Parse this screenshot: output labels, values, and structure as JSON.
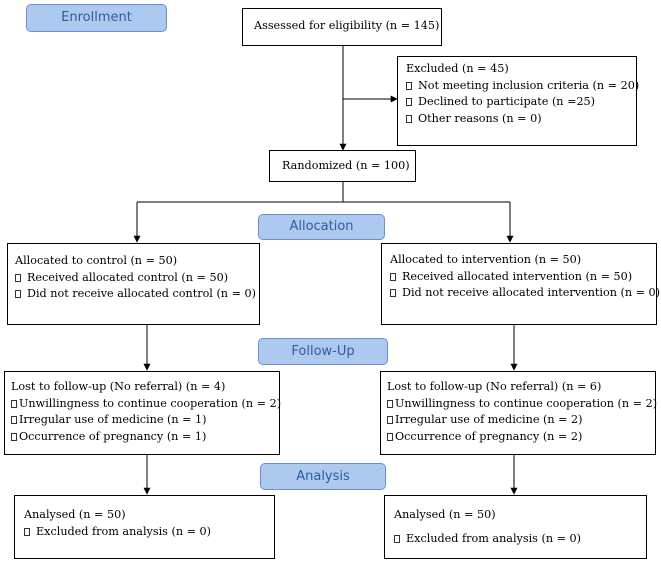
{
  "phases": {
    "enrollment": "Enrollment",
    "allocation": "Allocation",
    "follow_up": "Follow-Up",
    "analysis": "Analysis"
  },
  "assessed": "Assessed for eligibility (n = 145)",
  "excluded": {
    "title": "Excluded (n = 45)",
    "items": [
      "Not meeting inclusion criteria (n = 20)",
      "Declined to participate  (n =25)",
      "Other reasons (n = 0)"
    ]
  },
  "randomized": "Randomized (n = 100)",
  "control": {
    "allocation": {
      "title": "Allocated to control (n = 50)",
      "items": [
        "Received allocated control (n = 50)",
        "Did not receive allocated control  (n = 0)"
      ]
    },
    "follow_up": {
      "title": "Lost to follow-up (No referral)  (n = 4)",
      "items": [
        "Unwillingness to continue cooperation (n = 2)",
        "Irregular use of medicine (n = 1)",
        "Occurrence of pregnancy  (n = 1)"
      ]
    },
    "analysis": {
      "title": "Analysed (n = 50)",
      "items": [
        "Excluded from analysis (n = 0)"
      ]
    }
  },
  "intervention": {
    "allocation": {
      "title": "Allocated to intervention (n = 50)",
      "items": [
        "Received allocated intervention  (n = 50)",
        "Did not receive allocated intervention (n = 0)"
      ]
    },
    "follow_up": {
      "title": "Lost to follow-up (No referral)  (n = 6)",
      "items": [
        "Unwillingness to continue cooperation (n = 2)",
        "Irregular use of medicine (n = 2)",
        "Occurrence of pregnancy (n = 2)"
      ]
    },
    "analysis": {
      "title": "Analysed (n = 50)",
      "items": [
        "Excluded from analysis (n = 0)"
      ]
    }
  }
}
